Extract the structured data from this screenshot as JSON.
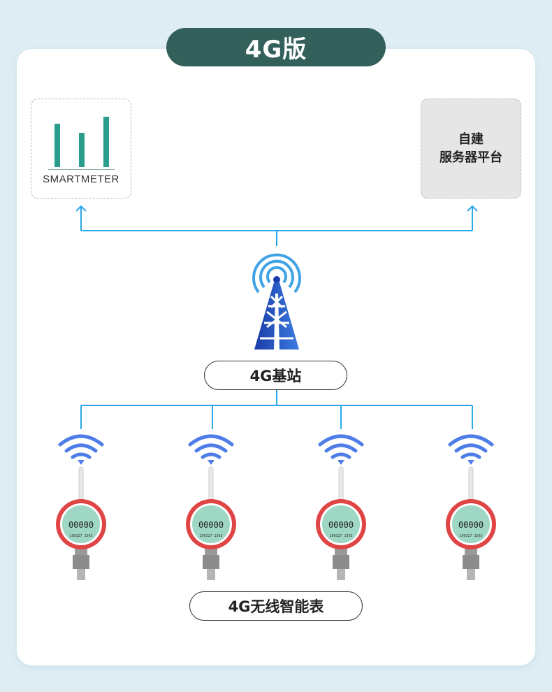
{
  "header": {
    "version_label": "4G版"
  },
  "logo": {
    "brand_text": "SMARTMETER"
  },
  "server": {
    "line1": "自建",
    "line2": "服务器平台"
  },
  "station": {
    "label": "4G基站"
  },
  "meters": {
    "label": "4G无线智能表",
    "items": [
      {
        "display_digits": "00000",
        "sub_text": "190327 1503"
      },
      {
        "display_digits": "00000",
        "sub_text": "190327 1503"
      },
      {
        "display_digits": "00000",
        "sub_text": "190327 1503"
      },
      {
        "display_digits": "00000",
        "sub_text": "190327 1503"
      }
    ]
  },
  "colors": {
    "accent_dark_green": "#33605a",
    "logo_teal": "#2a9d8f",
    "line_blue": "#2aa8e8",
    "wifi_blue": "#4f7de8",
    "meter_red": "#e04545",
    "lcd_green": "#9fd7c5"
  }
}
